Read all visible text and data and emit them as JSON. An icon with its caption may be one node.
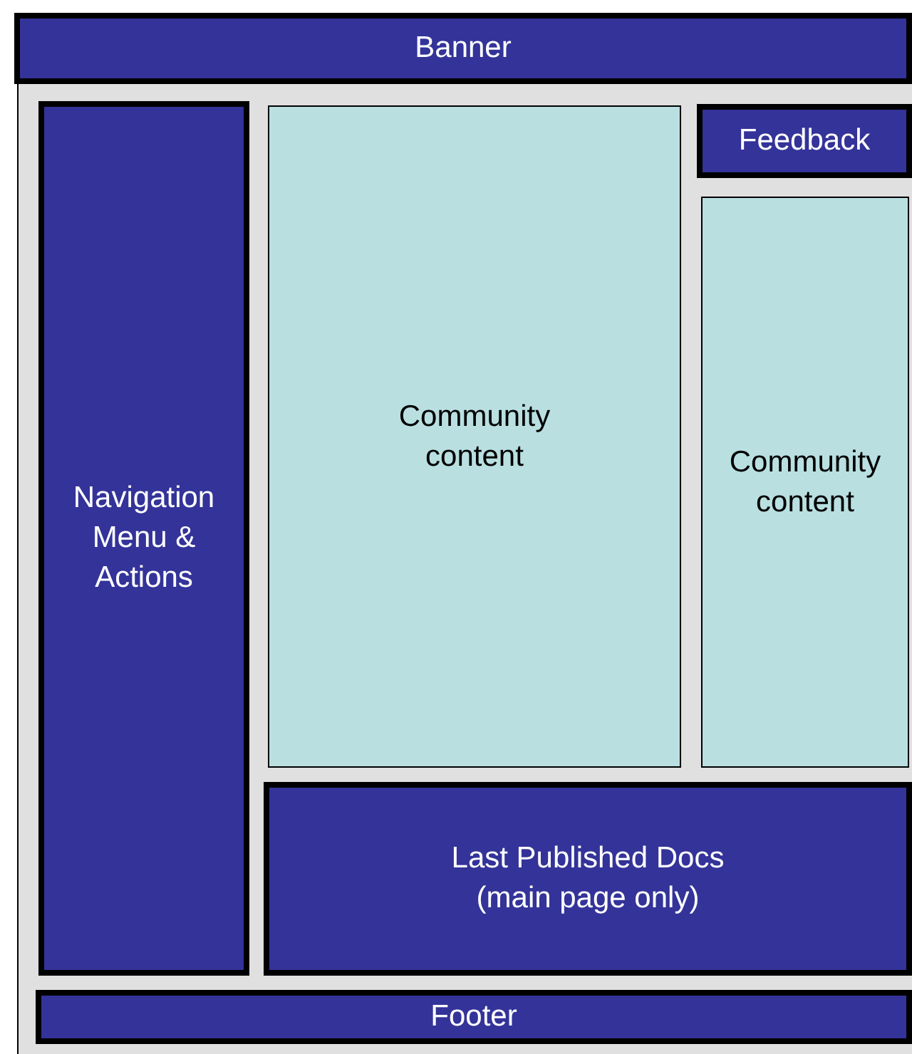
{
  "diagram": {
    "nodes": [
      {
        "text": [
          "Banner"
        ]
      },
      {
        "text": [],
        "shape": "box"
      },
      {
        "text": [
          "Navigation Menu & Actions"
        ],
        "in": 1
      },
      {
        "text": [
          "Community content"
        ],
        "in": 1
      },
      {
        "text": [
          "Feedback"
        ],
        "in": 1
      },
      {
        "text": [
          "Community content"
        ],
        "in": 1
      },
      {
        "text": [
          "Last Published Docs (main page only)"
        ],
        "in": 1
      },
      {
        "text": [
          "Footer"
        ],
        "in": 1
      }
    ]
  }
}
